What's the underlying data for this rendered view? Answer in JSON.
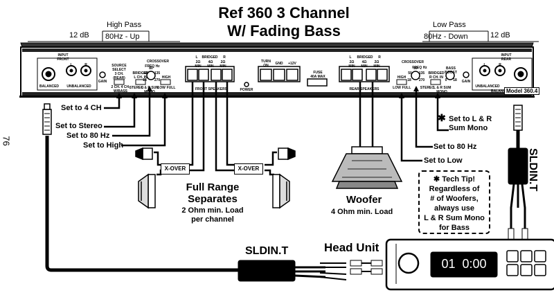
{
  "title": {
    "line1": "Ref 360 3 Channel",
    "line2": "W/ Fading Bass"
  },
  "page_number": "76",
  "high_pass": {
    "label": "High Pass",
    "db": "12 dB",
    "freq": "80Hz - Up"
  },
  "low_pass": {
    "label": "Low Pass",
    "db": "12 dB",
    "freq": "80Hz - Down"
  },
  "amp": {
    "input_front": "INPUT\nFRONT",
    "input_rear": "INPUT\nREAR",
    "l": "L",
    "r": "R",
    "balanced": "BALANCED",
    "unbalanced": "UNBALANCED",
    "gain": "GAIN",
    "source_select": "SOURCE\nSELECT\n3 CH.\n(REAR)",
    "src_opts": "2 CH. 4 CH.\nW/BASS",
    "bridged_l": "BRIDGED\nL CH. IN",
    "bridged_r": "BRIDGED\nR CH. IN",
    "stereo": "STEREO",
    "l_r_sum_mono": "L & R SUM\nMONO",
    "crossover": "CROSSOVER",
    "freq_hz": "FREQ Hz",
    "freq_vals": [
      "50",
      "80",
      "135",
      "18",
      "270"
    ],
    "high": "HIGH",
    "low": "LOW",
    "full": "FULL",
    "bridged": "BRIDGED",
    "ohm_min_2": "2Ω\nMIN",
    "ohm_min_4": "4Ω\nMIN",
    "front_speakers": "FRONT SPEAKERS",
    "rear_speakers": "REAR SPEAKERS",
    "power": "POWER",
    "turn_on": "TURN\nON",
    "gnd": "GND",
    "v12": "+12V",
    "fuse": "FUSE\n40A MAX",
    "bass_boost": "BASS\nBOOST",
    "bass_vals": [
      "0",
      "18"
    ],
    "model": "Model 360.4"
  },
  "callouts": {
    "set_4ch": "Set to 4 CH",
    "set_stereo": "Set to Stereo",
    "set_80_left": "Set to 80 Hz",
    "set_high": "Set to High",
    "set_lr_sum": "Set to L & R\nSum Mono",
    "set_80_right": "Set to 80 Hz",
    "set_low": "Set to Low",
    "asterisk": "✱"
  },
  "speakers": {
    "xover": "X-OVER",
    "full_range": "Full Range\nSeparates",
    "full_range_load": "2 Ohm min. Load\nper channel",
    "woofer": "Woofer",
    "woofer_load": "4 Ohm min. Load"
  },
  "tech_tip": {
    "head": "Tech Tip!",
    "body": "Regardless of\n# of Woofers,\nalways use\nL & R Sum Mono\nfor Bass"
  },
  "sldin_bottom": "SLDIN.T",
  "sldin_right": "SLDIN.T",
  "head_unit": {
    "label": "Head Unit",
    "display": "01  0:00"
  }
}
